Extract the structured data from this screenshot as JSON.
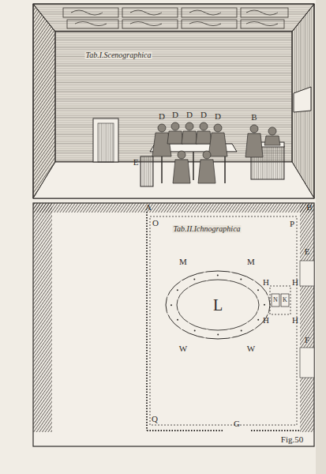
{
  "diagram": {
    "nodes": [
      {
        "text": [
          "L"
        ]
      }
    ],
    "labels": [
      "Tab.I.Scenographica",
      "D",
      "D",
      "D",
      "D",
      "D",
      "E",
      "B",
      "A",
      "B",
      "Tab.II.Ichnographica",
      "O",
      "P",
      "E",
      "F",
      "G",
      "Q",
      "M",
      "M",
      "W",
      "W",
      "H",
      "H",
      "H",
      "H",
      "N",
      "K",
      "Fig.50"
    ]
  }
}
